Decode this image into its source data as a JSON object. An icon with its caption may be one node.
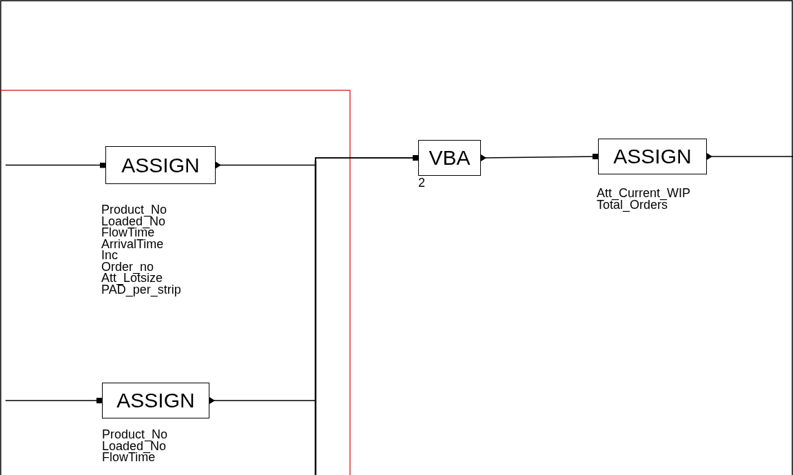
{
  "diagram": {
    "nodes": [
      {
        "text": [
          "ASSIGN"
        ],
        "beside": [
          "Product_No",
          "Loaded_No",
          "FlowTime",
          "ArrivalTime",
          "Inc",
          "Order_no",
          "Att_Lotsize",
          "PAD_per_strip"
        ]
      },
      {
        "text": [
          "ASSIGN"
        ],
        "beside": [
          "Product_No",
          "Loaded_No",
          "FlowTime"
        ]
      },
      {
        "text": [
          "VBA"
        ],
        "beside": [
          "2"
        ]
      },
      {
        "text": [
          "ASSIGN"
        ],
        "beside": [
          "Att_Current_WIP",
          "Total_Orders"
        ]
      }
    ],
    "edges": [
      {
        "from": null,
        "to": 0,
        "arrow": "other"
      },
      {
        "from": null,
        "to": 1,
        "arrow": "other"
      },
      {
        "from": 0,
        "to": 2,
        "arrow": "other"
      },
      {
        "from": 1,
        "to": 2,
        "arrow": "other"
      },
      {
        "from": 2,
        "to": 3,
        "arrow": "other"
      },
      {
        "from": 3,
        "to": null,
        "arrow": "other"
      }
    ]
  }
}
